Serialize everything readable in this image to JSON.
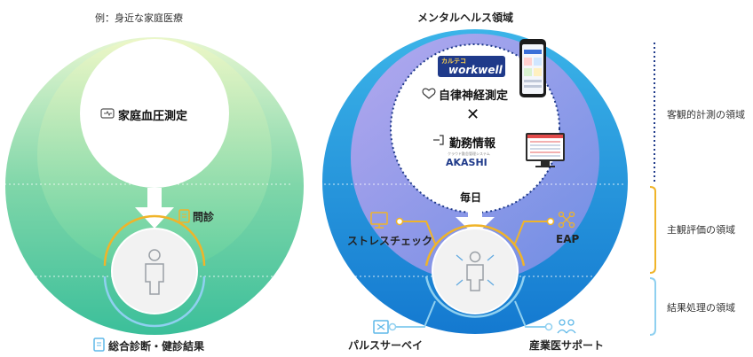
{
  "left": {
    "caption": "例：身近な家庭医療",
    "top_item": "家庭血圧測定",
    "side_item": "問診",
    "bottom_item": "総合診断・健診結果"
  },
  "center": {
    "title": "メンタルヘルス領域",
    "logo_brand": "カルテコ",
    "logo_product": "workwell",
    "item1": "自律神経測定",
    "cross": "✕",
    "item2": "勤務情報",
    "akashi_tagline": "クラウド勤怠管理システム",
    "akashi_logo": "AKASHI",
    "daily": "毎日",
    "stress_check": "ストレスチェック",
    "eap": "EAP",
    "pulse_survey": "パルスサーベイ",
    "occupational_doctor": "産業医サポート"
  },
  "right": {
    "objective": "客観的計測の領域",
    "subjective": "主観評価の領域",
    "result": "結果処理の領域"
  },
  "colors": {
    "green_light": "#a8e6c8",
    "green_mid": "#4cc79a",
    "blue_deep": "#1a7fd6",
    "purple": "#9a7be0",
    "orange": "#f0b429",
    "light_blue": "#8fd0f0",
    "navy": "#1f3a8a"
  }
}
